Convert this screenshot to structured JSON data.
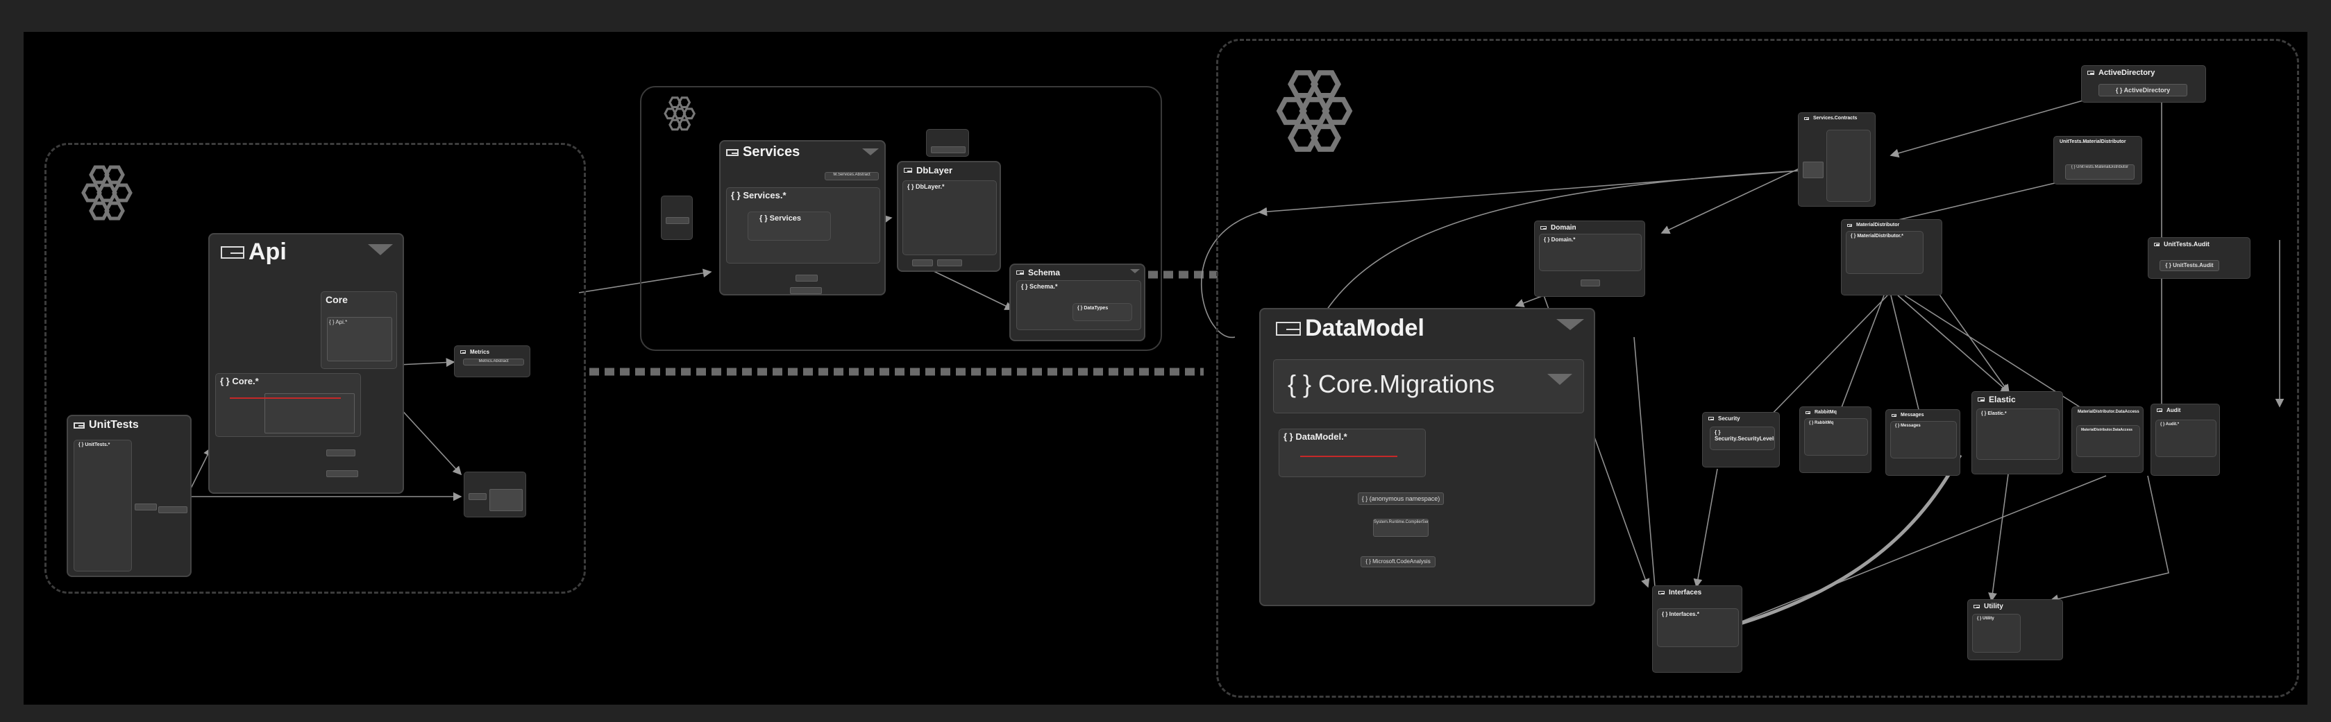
{
  "groups": {
    "left": {
      "hex": "hexagon-cluster-icon"
    },
    "middle": {
      "hex": "hexagon-cluster-icon"
    },
    "right": {
      "hex": "hexagon-cluster-icon"
    }
  },
  "nodes": {
    "api": {
      "title": "Api",
      "core": "Core",
      "core_child": "{ } Api.*",
      "core_star": "{ } Core.*"
    },
    "unittests": {
      "title": "UnitTests",
      "child": "{ } UnitTests.*"
    },
    "metrics": {
      "title": "Metrics",
      "pill": "Metrics.Abstract"
    },
    "services": {
      "title": "Services",
      "ns": "{ } Services.*",
      "ns_inner": "{ } Services",
      "pill": "M.Services.Abstract"
    },
    "dblayer": {
      "title": "DbLayer",
      "ns": "{ } DbLayer.*"
    },
    "schema": {
      "title": "Schema",
      "ns": "{ } Schema.*",
      "ns_inner": "{ } DataTypes"
    },
    "datamodel": {
      "title": "DataModel",
      "migrations": "{ } Core.Migrations",
      "ns": "{ } DataModel.*",
      "anon": "{ } (anonymous namespace)",
      "sys": "System.Runtime.CompilerServices",
      "ms": "{ } Microsoft.CodeAnalysis"
    },
    "active_directory": {
      "title": "ActiveDirectory",
      "ns": "{ } ActiveDirectory"
    },
    "services_contracts": {
      "title": "Services.Contracts"
    },
    "unittests_matdist": {
      "title": "UnitTests.MaterialDistributor",
      "ns": "{ } UnitTests.MaterialDistributor"
    },
    "unittests_audit": {
      "title": "UnitTests.Audit",
      "ns": "{ } UnitTests.Audit"
    },
    "domain": {
      "title": "Domain",
      "ns": "{ } Domain.*"
    },
    "matdist": {
      "title": "MaterialDistributor",
      "ns": "{ } MaterialDistributor.*"
    },
    "security": {
      "title": "Security",
      "ns": "{ } Security.SecurityLevels"
    },
    "rabbitmq": {
      "title": "RabbitMq",
      "ns": "{ } RabbitMq"
    },
    "messages": {
      "title": "Messages",
      "ns": "{ } Messages"
    },
    "elastic": {
      "title": "Elastic",
      "ns": "{ } Elastic.*"
    },
    "matdist_dataaccess": {
      "title": "MaterialDistributor.DataAccess",
      "ns": "MaterialDistributor.DataAccess"
    },
    "audit": {
      "title": "Audit",
      "ns": "{ } Audit.*"
    },
    "interfaces": {
      "title": "Interfaces",
      "ns": "{ } Interfaces.*"
    },
    "utility": {
      "title": "Utility",
      "ns": "{ } Utility"
    }
  },
  "colors": {
    "background": "#000000",
    "frame": "#232323",
    "node": "#2b2b2b",
    "edge": "#9a9a9a",
    "highlight": "#c62828"
  }
}
